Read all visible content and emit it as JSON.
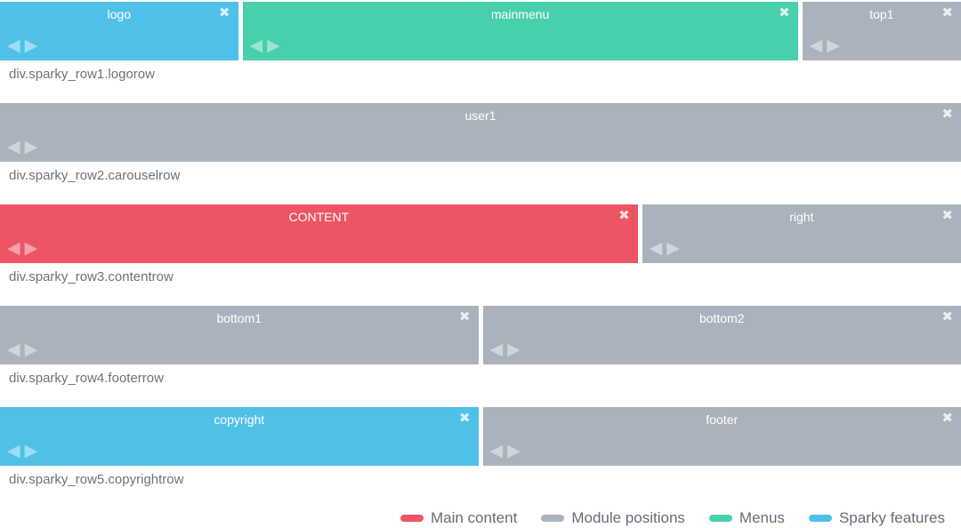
{
  "builder": {
    "rows": [
      {
        "label": "div.sparky_row1.logorow",
        "blocks": [
          {
            "title": "logo",
            "type": "sparky"
          },
          {
            "title": "mainmenu",
            "type": "menu"
          },
          {
            "title": "top1",
            "type": "module"
          }
        ]
      },
      {
        "label": "div.sparky_row2.carouselrow",
        "blocks": [
          {
            "title": "user1",
            "type": "module"
          }
        ]
      },
      {
        "label": "div.sparky_row3.contentrow",
        "blocks": [
          {
            "title": "CONTENT",
            "type": "content"
          },
          {
            "title": "right",
            "type": "module"
          }
        ]
      },
      {
        "label": "div.sparky_row4.footerrow",
        "blocks": [
          {
            "title": "bottom1",
            "type": "module"
          },
          {
            "title": "bottom2",
            "type": "module"
          }
        ]
      },
      {
        "label": "div.sparky_row5.copyrightrow",
        "blocks": [
          {
            "title": "copyright",
            "type": "sparky"
          },
          {
            "title": "footer",
            "type": "module"
          }
        ]
      }
    ]
  },
  "colors": {
    "content": "#ED5565",
    "module": "#AAB2BD",
    "menu": "#48CFAD",
    "sparky": "#4FC1E9",
    "title_text": "#FFFFFF",
    "row_label_text": "#6A737C",
    "legend_text": "#656D78"
  },
  "icons": {
    "close_glyph": "✖",
    "arrow_left_glyph": "◀",
    "arrow_right_glyph": "▶"
  },
  "legend": {
    "items": [
      {
        "label": "Main content",
        "color": "#ED5565"
      },
      {
        "label": "Module positions",
        "color": "#AAB2BD"
      },
      {
        "label": "Menus",
        "color": "#48CFAD"
      },
      {
        "label": "Sparky features",
        "color": "#4FC1E9"
      }
    ]
  }
}
